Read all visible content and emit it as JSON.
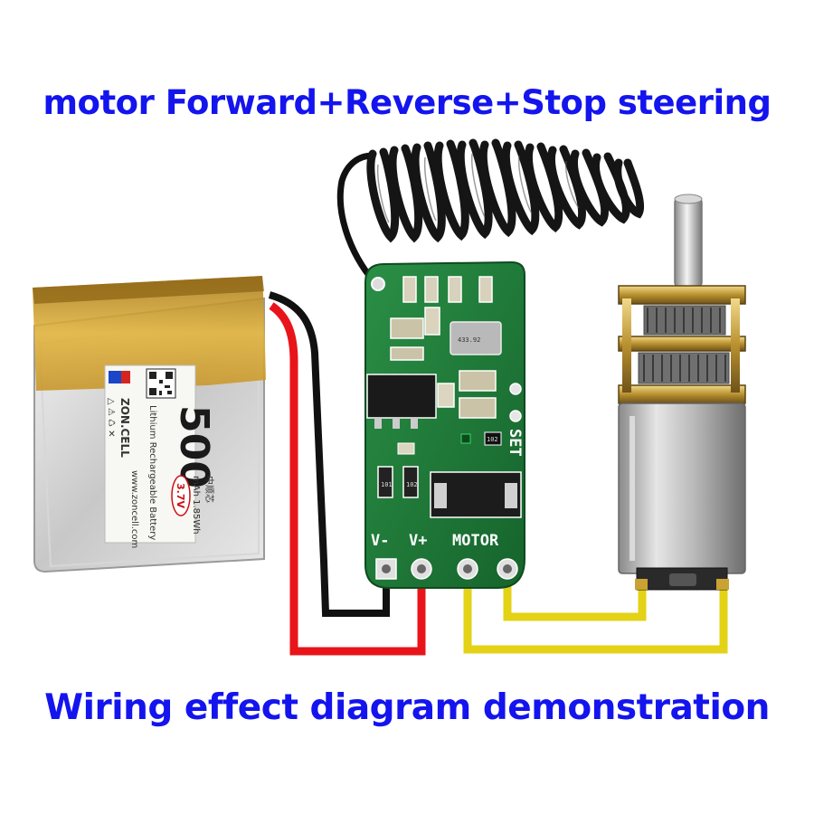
{
  "title_top": "motor Forward+Reverse+Stop steering",
  "title_bottom": "Wiring effect diagram demonstration",
  "pcb": {
    "label_vminus": "V-",
    "label_vplus": "V+",
    "label_motor": "MOTOR",
    "label_set": "SET",
    "resistor_code": "102",
    "resistor_code_2": "101"
  },
  "battery": {
    "capacity": "500",
    "unit": "mAh 1.85Wh",
    "voltage": "3.7V",
    "brand": "ZON.CELL",
    "chinese_brand": "中顺芯",
    "subtitle": "Lithium Rechargeable Battery",
    "website": "www.zoncell.com"
  },
  "colors": {
    "title": "#1414ee",
    "wire_red": "#e8141a",
    "wire_black": "#111111",
    "wire_yellow": "#e3d215",
    "pcb_green": "#1f7a3a"
  }
}
